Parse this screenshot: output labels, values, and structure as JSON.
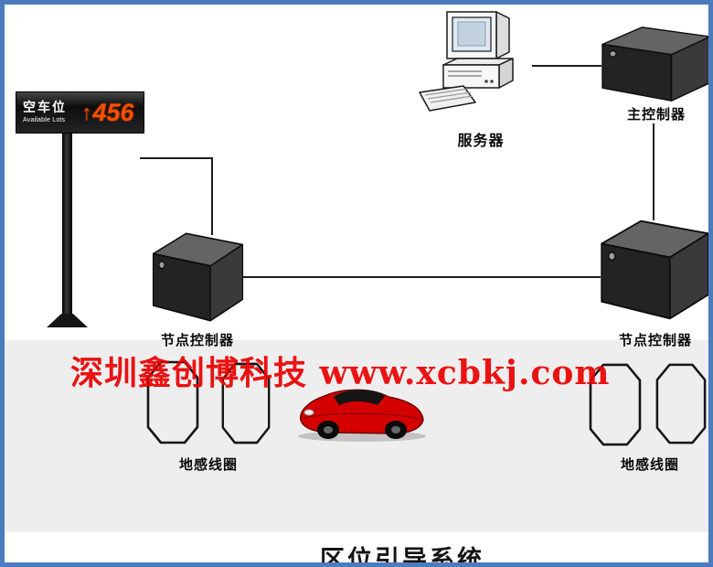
{
  "colors": {
    "frame_blue": "#4b7cbe",
    "watermark_red": "#ea0000",
    "sign_orange": "#ff4e00",
    "band_gray": "#efeeef",
    "car_red": "#d40000"
  },
  "sign": {
    "line1": "空车位",
    "line2": "Available Lots",
    "arrow": "↑",
    "count": "456"
  },
  "labels": {
    "server": "服务器",
    "main_controller": "主控制器",
    "node_controller_left": "节点控制器",
    "node_controller_right": "节点控制器",
    "ground_loop_left": "地感线圈",
    "ground_loop_right": "地感线圈"
  },
  "watermark": "深圳鑫创博科技 www.xcbkj.com",
  "title": "区位引导系统"
}
